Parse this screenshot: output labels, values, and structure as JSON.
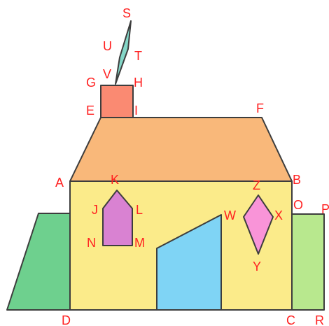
{
  "colors": {
    "wall": "#fbeb8a",
    "roof": "#f9b87a",
    "chimney": "#fa8a72",
    "smoke": "#84d7c8",
    "left_shed": "#6ed08e",
    "right_shed": "#b8e88e",
    "door": "#7fd4f5",
    "window_pentagon": "#d982d2",
    "window_diamond": "#f994d8",
    "outline": "#3d3d3d",
    "label": "#ff2020"
  },
  "labels": {
    "S": "S",
    "U": "U",
    "T": "T",
    "V": "V",
    "G": "G",
    "H": "H",
    "E": "E",
    "I": "I",
    "F": "F",
    "A": "A",
    "B": "B",
    "K": "K",
    "J": "J",
    "L": "L",
    "N": "N",
    "M": "M",
    "Z": "Z",
    "W": "W",
    "X": "X",
    "Y": "Y",
    "O": "O",
    "P": "P",
    "D": "D",
    "C": "C",
    "R": "R"
  }
}
